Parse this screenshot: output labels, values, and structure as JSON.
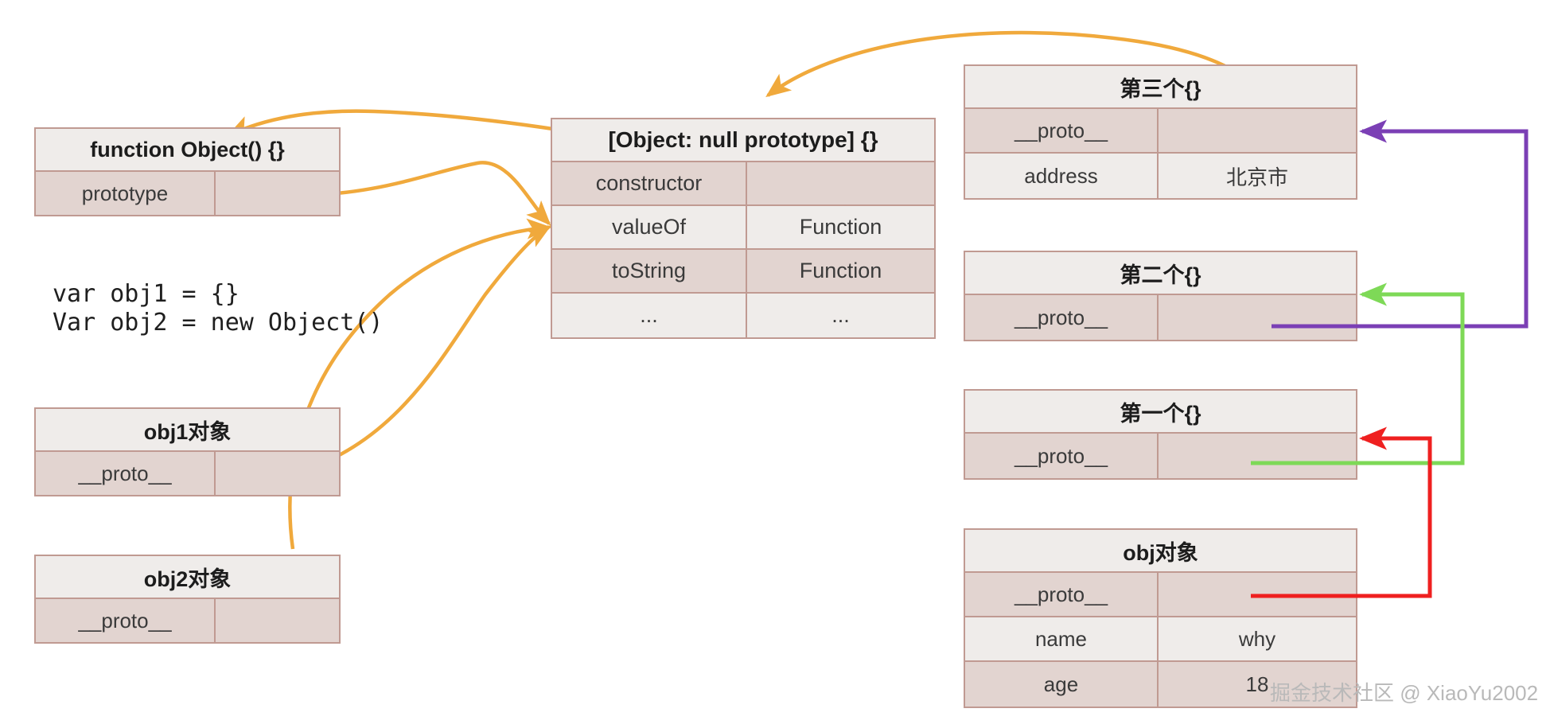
{
  "diagram": {
    "title": "JavaScript prototype chain diagram",
    "code_snippet": "var obj1 = {}\nVar obj2 = new Object()",
    "watermark": "掘金技术社区 @ XiaoYu2002",
    "colors": {
      "orange": "#f0a93c",
      "purple": "#7b3fb5",
      "green": "#7ed957",
      "red": "#ef2020",
      "border": "#c09a92",
      "row_shade": "#e2d4d0",
      "row_light": "#efecea"
    }
  },
  "tables": {
    "function_object": {
      "header": "function Object() {}",
      "rows": [
        {
          "key": "prototype",
          "value": ""
        }
      ]
    },
    "obj1": {
      "header": "obj1对象",
      "rows": [
        {
          "key": "__proto__",
          "value": ""
        }
      ]
    },
    "obj2": {
      "header": "obj2对象",
      "rows": [
        {
          "key": "__proto__",
          "value": ""
        }
      ]
    },
    "null_prototype": {
      "header": "[Object: null prototype] {}",
      "rows": [
        {
          "key": "constructor",
          "value": ""
        },
        {
          "key": "valueOf",
          "value": "Function"
        },
        {
          "key": "toString",
          "value": "Function"
        },
        {
          "key": "...",
          "value": "..."
        }
      ]
    },
    "third": {
      "header": "第三个{}",
      "rows": [
        {
          "key": "__proto__",
          "value": ""
        },
        {
          "key": "address",
          "value": "北京市"
        }
      ]
    },
    "second": {
      "header": "第二个{}",
      "rows": [
        {
          "key": "__proto__",
          "value": ""
        }
      ]
    },
    "first": {
      "header": "第一个{}",
      "rows": [
        {
          "key": "__proto__",
          "value": ""
        }
      ]
    },
    "obj": {
      "header": "obj对象",
      "rows": [
        {
          "key": "__proto__",
          "value": ""
        },
        {
          "key": "name",
          "value": "why"
        },
        {
          "key": "age",
          "value": "18"
        }
      ]
    }
  }
}
